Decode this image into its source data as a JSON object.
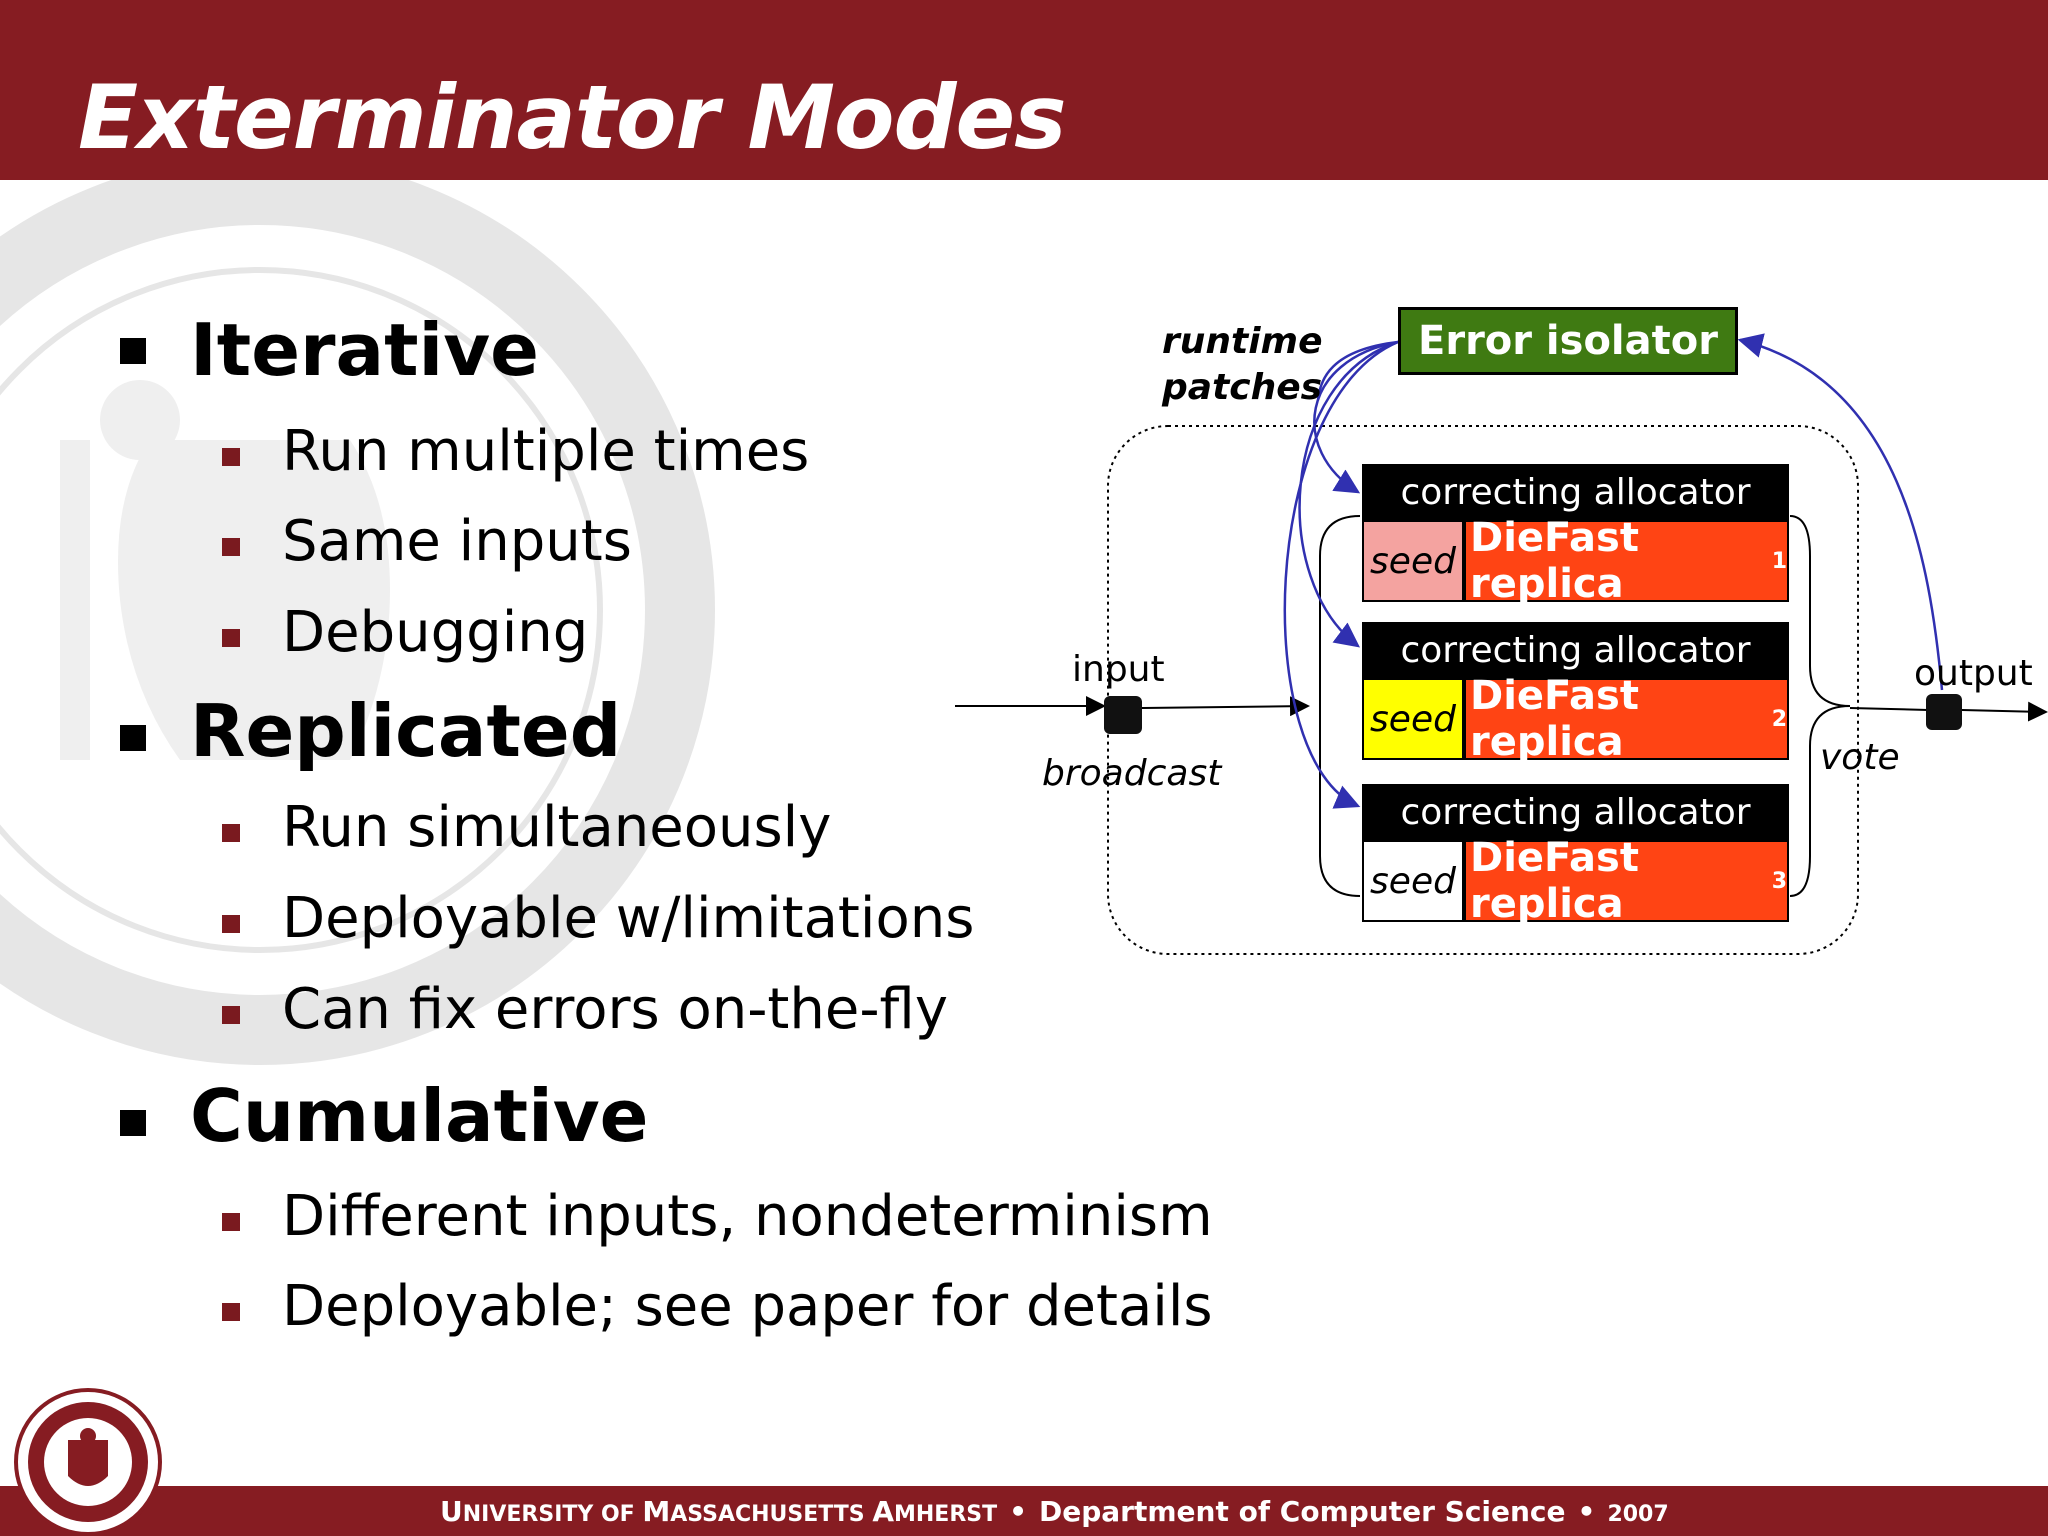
{
  "slide": {
    "title": "Exterminator Modes"
  },
  "bullets": [
    {
      "label": "Iterative",
      "subitems": [
        "Run multiple times",
        "Same inputs",
        "Debugging"
      ]
    },
    {
      "label": "Replicated",
      "subitems": [
        "Run simultaneously",
        "Deployable w/limitations",
        "Can fix errors on-the-fly"
      ]
    },
    {
      "label": "Cumulative",
      "subitems": [
        "Different inputs, nondeterminism",
        "Deployable; see paper for details"
      ]
    }
  ],
  "diagram": {
    "error_isolator": "Error isolator",
    "runtime_label": "runtime",
    "patches_label": "patches",
    "input_label": "input",
    "broadcast_label": "broadcast",
    "output_label": "output",
    "vote_label": "vote",
    "replicas": [
      {
        "allocator": "correcting allocator",
        "seed": "seed",
        "name": "DieFast replica",
        "index": "1",
        "seed_color": "#f4a3a0"
      },
      {
        "allocator": "correcting allocator",
        "seed": "seed",
        "name": "DieFast replica",
        "index": "2",
        "seed_color": "#ffff00"
      },
      {
        "allocator": "correcting allocator",
        "seed": "seed",
        "name": "DieFast replica",
        "index": "3",
        "seed_color": "#ffffff"
      }
    ]
  },
  "footer": {
    "university_prefix_1": "U",
    "university_rest_1": "NIVERSITY OF ",
    "university_prefix_2": "M",
    "university_rest_2": "ASSACHUSETTS ",
    "university_prefix_3": "A",
    "university_rest_3": "MHERST",
    "department": "Department of Computer Science",
    "year": "2007"
  },
  "colors": {
    "header": "#861c22",
    "error_isolator": "#3f7a12",
    "replica": "#ff4414",
    "arrow": "#3030b0"
  }
}
